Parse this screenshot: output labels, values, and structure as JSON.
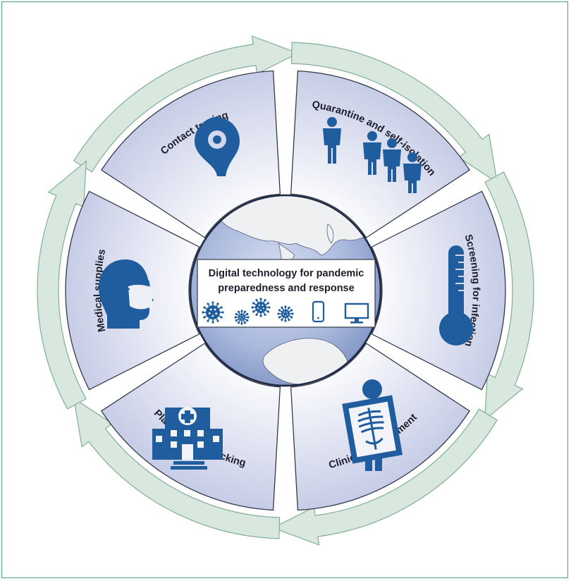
{
  "center": {
    "title_line1": "Digital technology for pandemic",
    "title_line2": "preparedness and response",
    "icons": [
      "virus-icon",
      "virus-icon",
      "virus-icon",
      "virus-icon",
      "smartphone-icon",
      "monitor-icon"
    ]
  },
  "segments": [
    {
      "label": "Contact tracing",
      "icon": "location-pin-icon"
    },
    {
      "label": "Quarantine and self-isolation",
      "icon": "people-icon"
    },
    {
      "label": "Screening for infection",
      "icon": "thermometer-icon"
    },
    {
      "label": "Clinical management",
      "icon": "x-ray-icon"
    },
    {
      "label": "Planning and tracking",
      "icon": "hospital-icon"
    },
    {
      "label": "Medical supplies",
      "icon": "face-mask-icon"
    }
  ],
  "colors": {
    "frame": "#4f9a86",
    "segment_fill": "#c6cbe6",
    "arrow_fill": "#d8e8df",
    "arrow_stroke": "#7fae96",
    "icon": "#1f5d9e",
    "globe_ocean": "#a9b8dc",
    "globe_land": "#eef0f2"
  }
}
